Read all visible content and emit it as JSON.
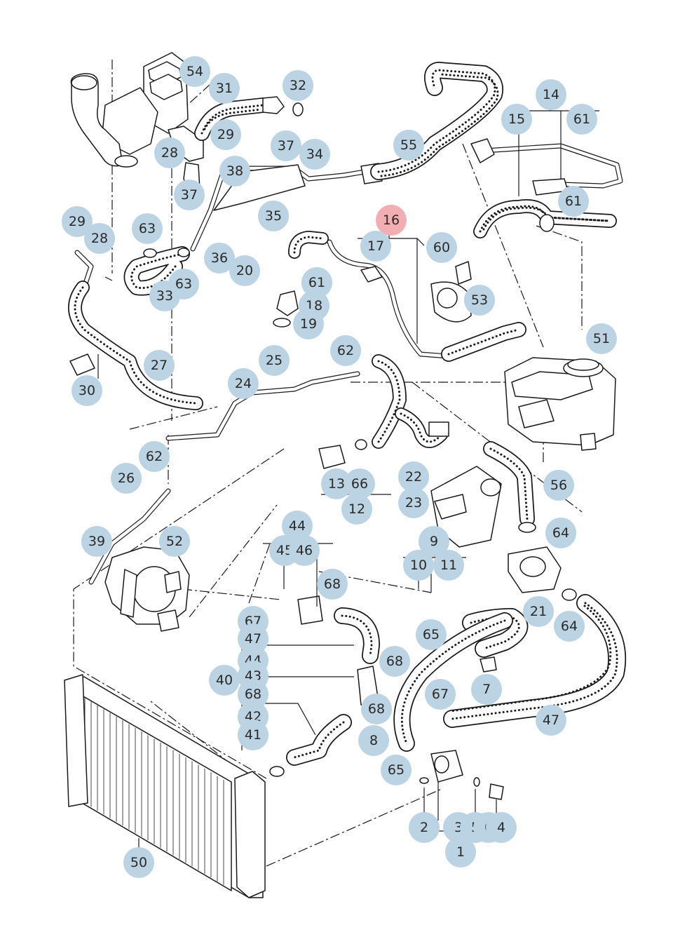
{
  "colors": {
    "bubble": "#bcd3e3",
    "highlight": "#f2aeb3",
    "ink": "#1a1a1a",
    "background": "#ffffff"
  },
  "diagram": {
    "callouts": [
      {
        "id": "c54",
        "label": "54"
      },
      {
        "id": "c31",
        "label": "31"
      },
      {
        "id": "c32",
        "label": "32"
      },
      {
        "id": "c29a",
        "label": "29"
      },
      {
        "id": "c28a",
        "label": "28"
      },
      {
        "id": "c37a",
        "label": "37"
      },
      {
        "id": "c34",
        "label": "34"
      },
      {
        "id": "c38",
        "label": "38"
      },
      {
        "id": "c55",
        "label": "55"
      },
      {
        "id": "c14",
        "label": "14"
      },
      {
        "id": "c15",
        "label": "15"
      },
      {
        "id": "c61a",
        "label": "61"
      },
      {
        "id": "c61b",
        "label": "61"
      },
      {
        "id": "c37b",
        "label": "37"
      },
      {
        "id": "c35",
        "label": "35"
      },
      {
        "id": "c29b",
        "label": "29"
      },
      {
        "id": "c28b",
        "label": "28"
      },
      {
        "id": "c63a",
        "label": "63"
      },
      {
        "id": "c16",
        "label": "16",
        "highlight": true
      },
      {
        "id": "c17",
        "label": "17"
      },
      {
        "id": "c60",
        "label": "60"
      },
      {
        "id": "c36",
        "label": "36"
      },
      {
        "id": "c20",
        "label": "20"
      },
      {
        "id": "c61c",
        "label": "61"
      },
      {
        "id": "c63b",
        "label": "63"
      },
      {
        "id": "c33",
        "label": "33"
      },
      {
        "id": "c53",
        "label": "53"
      },
      {
        "id": "c18",
        "label": "18"
      },
      {
        "id": "c19",
        "label": "19"
      },
      {
        "id": "c51",
        "label": "51"
      },
      {
        "id": "c62a",
        "label": "62"
      },
      {
        "id": "c27",
        "label": "27"
      },
      {
        "id": "c25",
        "label": "25"
      },
      {
        "id": "c30",
        "label": "30"
      },
      {
        "id": "c24",
        "label": "24"
      },
      {
        "id": "c62b",
        "label": "62"
      },
      {
        "id": "c26",
        "label": "26"
      },
      {
        "id": "c22",
        "label": "22"
      },
      {
        "id": "c56",
        "label": "56"
      },
      {
        "id": "c13",
        "label": "13"
      },
      {
        "id": "c66",
        "label": "66"
      },
      {
        "id": "c23",
        "label": "23"
      },
      {
        "id": "c12",
        "label": "12"
      },
      {
        "id": "c44a",
        "label": "44"
      },
      {
        "id": "c64a",
        "label": "64"
      },
      {
        "id": "c39",
        "label": "39"
      },
      {
        "id": "c52",
        "label": "52"
      },
      {
        "id": "c9",
        "label": "9"
      },
      {
        "id": "c45",
        "label": "45"
      },
      {
        "id": "c46",
        "label": "46"
      },
      {
        "id": "c10",
        "label": "10"
      },
      {
        "id": "c11",
        "label": "11"
      },
      {
        "id": "c68a",
        "label": "68"
      },
      {
        "id": "c21",
        "label": "21"
      },
      {
        "id": "c67a",
        "label": "67"
      },
      {
        "id": "c65a",
        "label": "65"
      },
      {
        "id": "c64b",
        "label": "64"
      },
      {
        "id": "c47a",
        "label": "47"
      },
      {
        "id": "c44b",
        "label": "44"
      },
      {
        "id": "c68b",
        "label": "68"
      },
      {
        "id": "c40",
        "label": "40"
      },
      {
        "id": "c43",
        "label": "43"
      },
      {
        "id": "c7",
        "label": "7"
      },
      {
        "id": "c68c",
        "label": "68"
      },
      {
        "id": "c67b",
        "label": "67"
      },
      {
        "id": "c68d",
        "label": "68"
      },
      {
        "id": "c42",
        "label": "42"
      },
      {
        "id": "c47b",
        "label": "47"
      },
      {
        "id": "c41",
        "label": "41"
      },
      {
        "id": "c8",
        "label": "8"
      },
      {
        "id": "c65b",
        "label": "65"
      },
      {
        "id": "c2",
        "label": "2"
      },
      {
        "id": "c3",
        "label": "3"
      },
      {
        "id": "c5",
        "label": "5"
      },
      {
        "id": "c6",
        "label": "6"
      },
      {
        "id": "c4",
        "label": "4"
      },
      {
        "id": "c1",
        "label": "1"
      },
      {
        "id": "c50",
        "label": "50"
      }
    ]
  }
}
